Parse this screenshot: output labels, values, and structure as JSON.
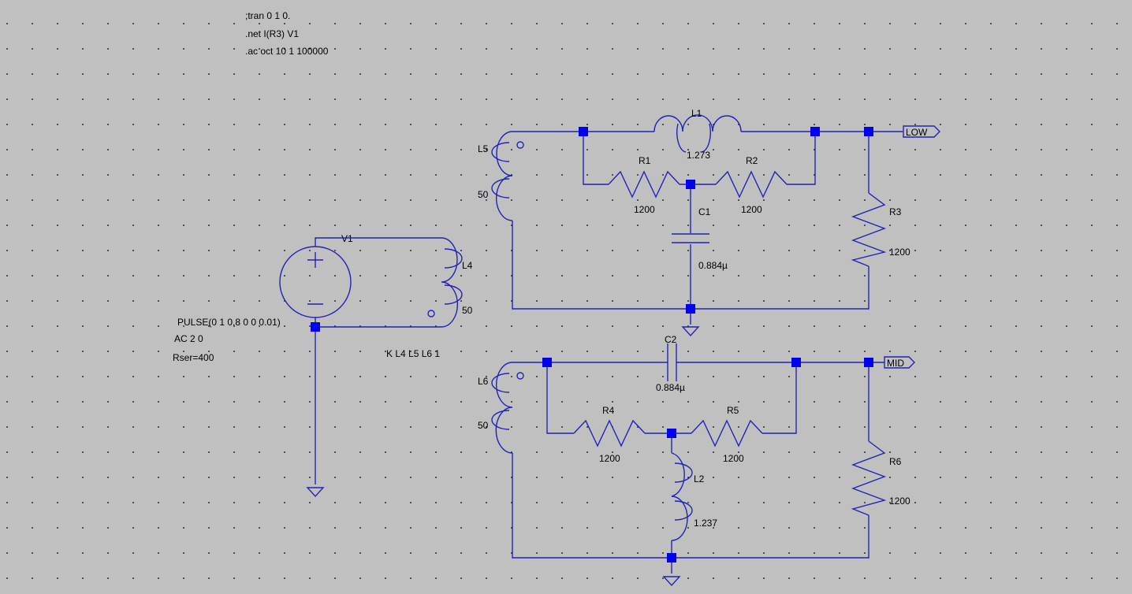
{
  "directives": {
    "tran": ";tran 0 1 0.",
    "net": ".net I(R3) V1",
    "ac": ".ac oct 10 1 100000",
    "coupling": "K L4 L5 L6 1"
  },
  "source": {
    "name": "V1",
    "pulse": "PULSE(0 1 0.8 0 0 0.01)",
    "ac": "AC 2 0",
    "rser": "Rser=400"
  },
  "components": {
    "L1": {
      "name": "L1",
      "value": "1.273"
    },
    "L2": {
      "name": "L2",
      "value": "1.237"
    },
    "L4": {
      "name": "L4",
      "value": "50"
    },
    "L5": {
      "name": "L5",
      "value": "50"
    },
    "L6": {
      "name": "L6",
      "value": "50"
    },
    "R1": {
      "name": "R1",
      "value": "1200"
    },
    "R2": {
      "name": "R2",
      "value": "1200"
    },
    "R3": {
      "name": "R3",
      "value": "1200"
    },
    "R4": {
      "name": "R4",
      "value": "1200"
    },
    "R5": {
      "name": "R5",
      "value": "1200"
    },
    "R6": {
      "name": "R6",
      "value": "1200"
    },
    "C1": {
      "name": "C1",
      "value": "0.884µ"
    },
    "C2": {
      "name": "C2",
      "value": "0.884µ"
    }
  },
  "net_labels": {
    "low": "LOW",
    "mid": "MID"
  },
  "colors": {
    "background": "#c0c0c0",
    "wire": "#2323b4",
    "junction": "#0000ee",
    "text": "#000000"
  }
}
